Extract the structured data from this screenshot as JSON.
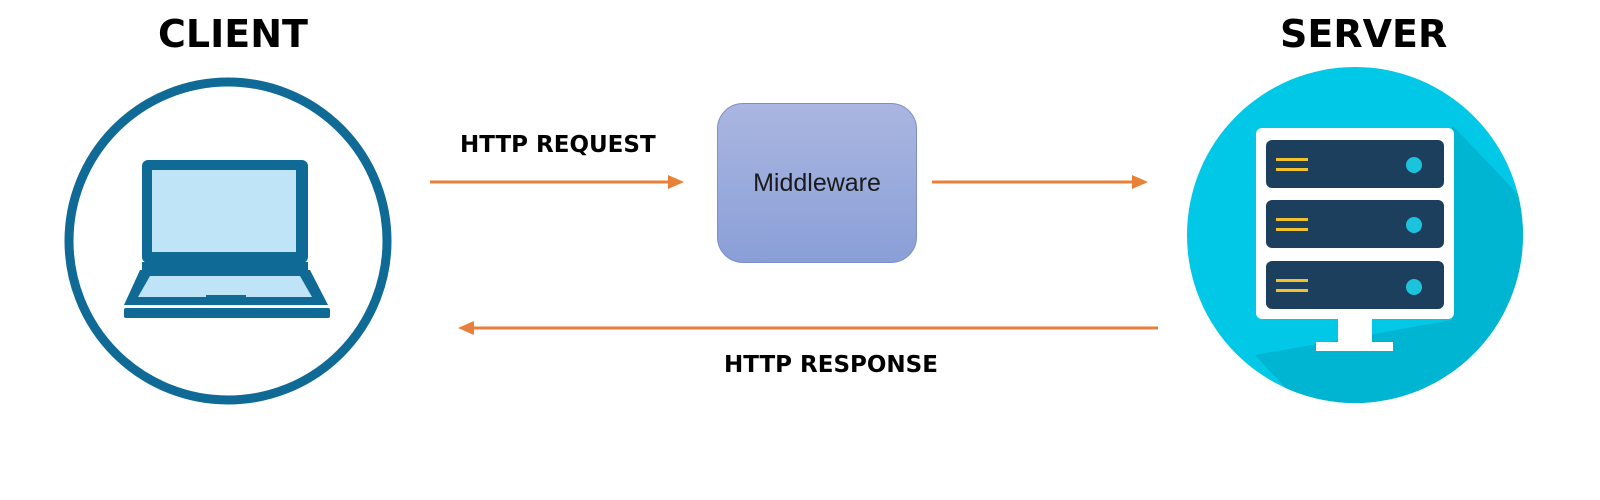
{
  "client": {
    "title": "CLIENT",
    "icon": "laptop-icon"
  },
  "server": {
    "title": "SERVER",
    "icon": "server-rack-icon"
  },
  "middleware": {
    "label": "Middleware"
  },
  "arrows": {
    "request_label": "HTTP REQUEST",
    "response_label": "HTTP RESPONSE"
  },
  "colors": {
    "arrow": "#e8803a",
    "client_ring": "#0f6a96",
    "laptop_screen": "#bfe3f7",
    "server_circle": "#00c8e6",
    "server_unit": "#1d3f5e",
    "server_led": "#1cc3dc",
    "server_stripe": "#f2c12e",
    "middleware_fill": "#9aaadc"
  }
}
